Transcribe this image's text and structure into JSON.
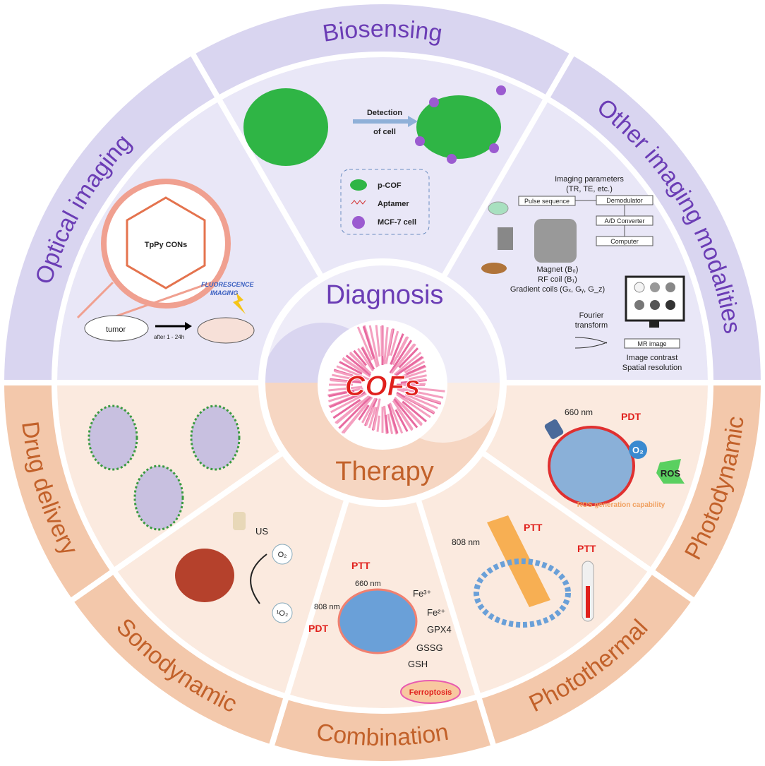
{
  "center": {
    "title": "COFs",
    "diagnosis": "Diagnosis",
    "therapy": "Therapy"
  },
  "colors": {
    "diag_ring": "#d9d5f0",
    "diag_panel": "#e9e7f7",
    "diag_text": "#6b3db5",
    "ther_ring": "#f3c8ab",
    "ther_panel": "#fbeadf",
    "ther_text": "#c2612a",
    "accent_red": "#e0201c"
  },
  "sections": {
    "optical": "Optical imaging",
    "biosensing": "Biosensing",
    "other": "Other imaging modalities",
    "drug": "Drug delivery",
    "sono": "Sonodynamic",
    "combo": "Combination",
    "photothermal": "Photothermal",
    "photodynamic": "Photodynamic"
  },
  "optical_panel": {
    "cons": "TpPy CONs",
    "tumor": "tumor",
    "time": "after 1 - 24h",
    "fluor1": "FLUORESCENCE",
    "fluor2": "IMAGING"
  },
  "bio_panel": {
    "arrow1": "Detection",
    "arrow2": "of cell",
    "legend": [
      "p-COF",
      "Aptamer",
      "MCF-7 cell"
    ]
  },
  "mri_panel": {
    "params1": "Imaging parameters",
    "params2": "(TR, TE, etc.)",
    "pulse": "Pulse sequence",
    "demod": "Demodulator",
    "adc": "A/D Converter",
    "computer": "Computer",
    "magnet": "Magnet (B₀)",
    "rf": "RF coil (B₁)",
    "gradient": "Gradient coils (Gₓ, Gᵧ, G_z)",
    "fourier1": "Fourier",
    "fourier2": "transform",
    "mr": "MR image",
    "contrast": "Image contrast",
    "resolution": "Spatial resolution"
  },
  "sono_panel": {
    "us": "US",
    "o2": "O₂",
    "singlet": "¹O₂"
  },
  "combo_panel": {
    "ptt": "PTT",
    "pdt": "PDT",
    "nm660": "660 nm",
    "nm808": "808 nm",
    "fe3": "Fe³⁺",
    "fe2": "Fe²⁺",
    "gpx4": "GPX4",
    "gssg": "GSSG",
    "gsh": "GSH",
    "ferro": "Ferroptosis"
  },
  "pt_panel": {
    "nm808": "808 nm",
    "ptt1": "PTT",
    "ptt2": "PTT"
  },
  "pd_panel": {
    "nm660": "660 nm",
    "pdt": "PDT",
    "o2": "O₂",
    "ros": "ROS",
    "caption": "ROS generation capability"
  }
}
